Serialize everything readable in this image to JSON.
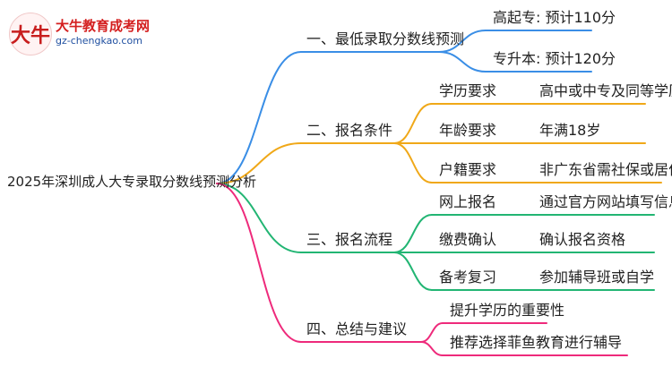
{
  "logo": {
    "mark": "大牛",
    "title": "大牛教育成考网",
    "url": "gz-chengkao.com"
  },
  "root": {
    "label": "2025年深圳成人大专录取分数线预测分析"
  },
  "branches": [
    {
      "label": "一、最低录取分数线预测",
      "color": "#3a8ee6",
      "children": [
        {
          "label": "高起专: 预计110分"
        },
        {
          "label": "专升本: 预计120分"
        }
      ]
    },
    {
      "label": "二、报名条件",
      "color": "#f0a818",
      "children": [
        {
          "label": "学历要求",
          "detail": "高中或中专及同等学历"
        },
        {
          "label": "年龄要求",
          "detail": "年满18岁"
        },
        {
          "label": "户籍要求",
          "detail": "非广东省需社保或居住证"
        }
      ]
    },
    {
      "label": "三、报名流程",
      "color": "#22b573",
      "children": [
        {
          "label": "网上报名",
          "detail": "通过官方网站填写信息"
        },
        {
          "label": "缴费确认",
          "detail": "确认报名资格"
        },
        {
          "label": "备考复习",
          "detail": "参加辅导班或自学"
        }
      ]
    },
    {
      "label": "四、总结与建议",
      "color": "#ee2a7b",
      "children": [
        {
          "label": "提升学历的重要性"
        },
        {
          "label": "推荐选择菲鱼教育进行辅导"
        }
      ]
    }
  ]
}
